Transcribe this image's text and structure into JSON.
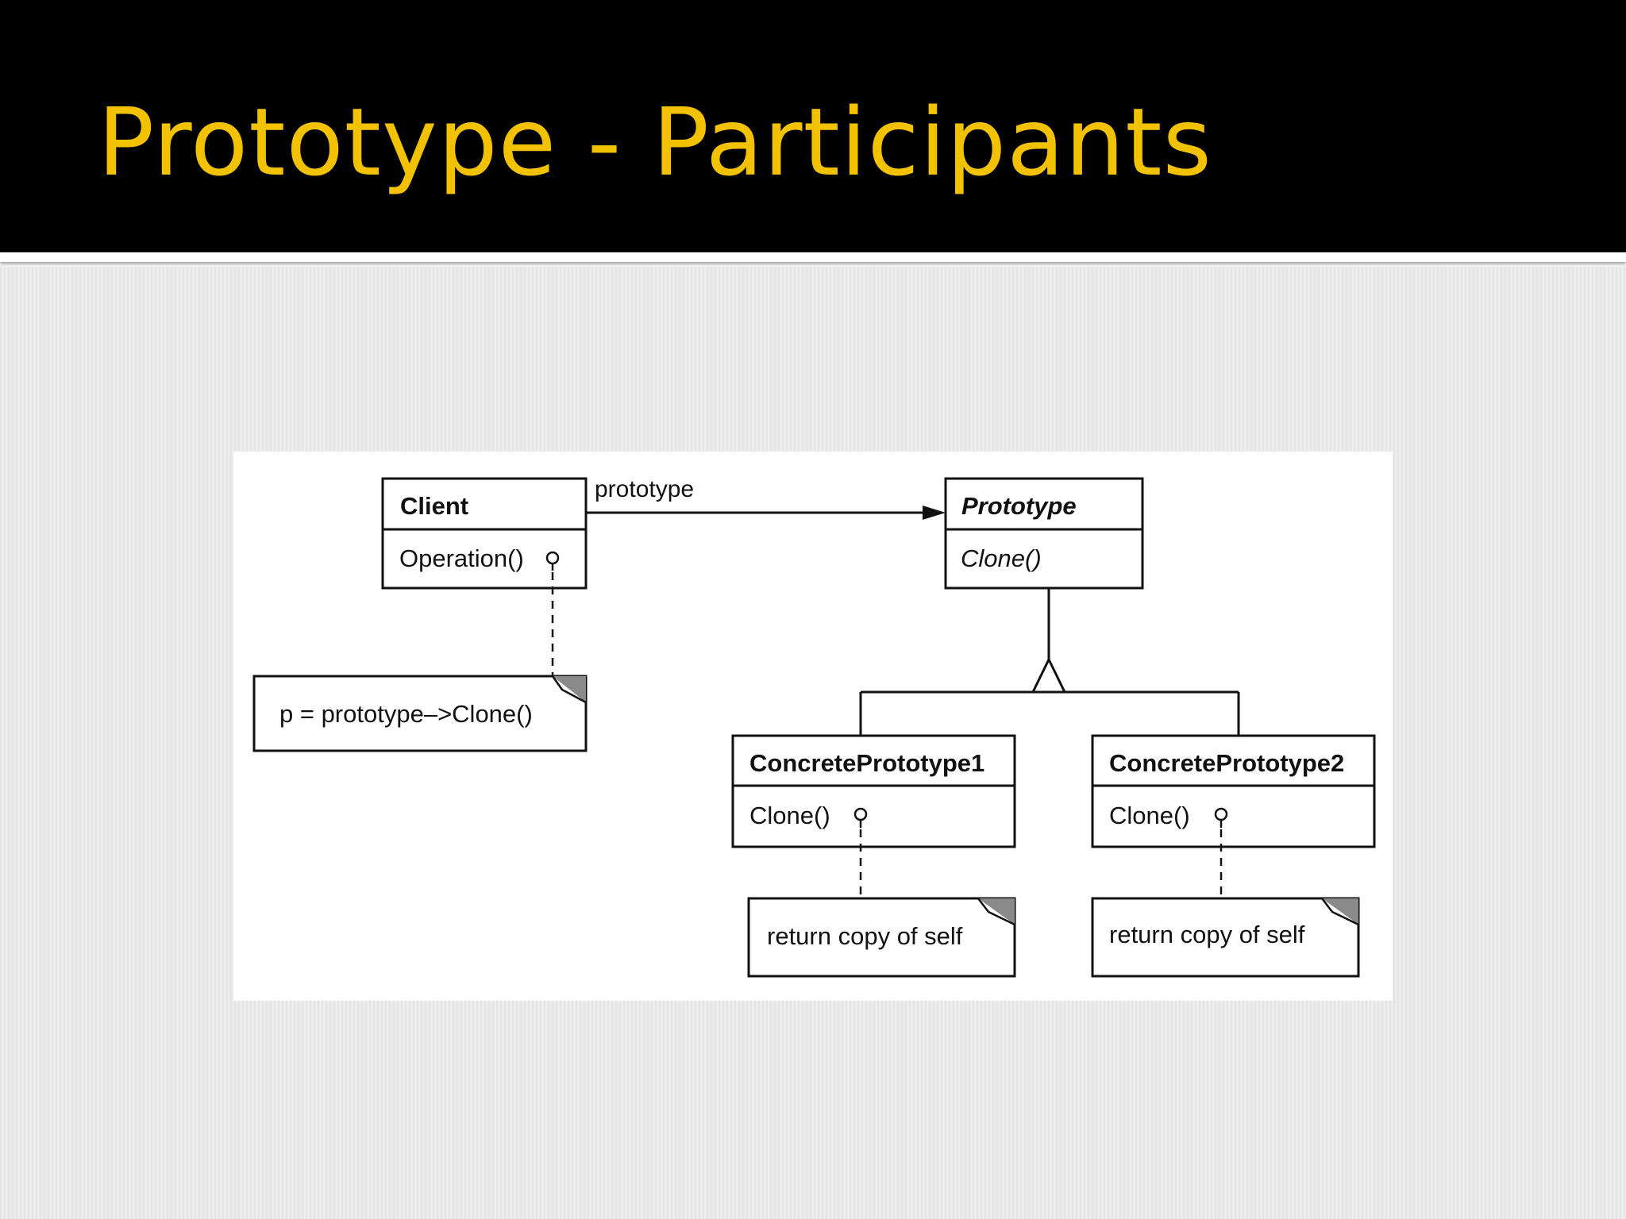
{
  "slide": {
    "title": "Prototype - Participants",
    "title_color": "#f2c200",
    "header_background": "#000000"
  },
  "diagram": {
    "client": {
      "name": "Client",
      "operation": "Operation()"
    },
    "association_label": "prototype",
    "prototype": {
      "name": "Prototype",
      "operation": "Clone()"
    },
    "client_note": "p = prototype–>Clone()",
    "concrete1": {
      "name": "ConcretePrototype1",
      "operation": "Clone()",
      "note": "return copy of self"
    },
    "concrete2": {
      "name": "ConcretePrototype2",
      "operation": "Clone()",
      "note": "return copy of self"
    }
  }
}
